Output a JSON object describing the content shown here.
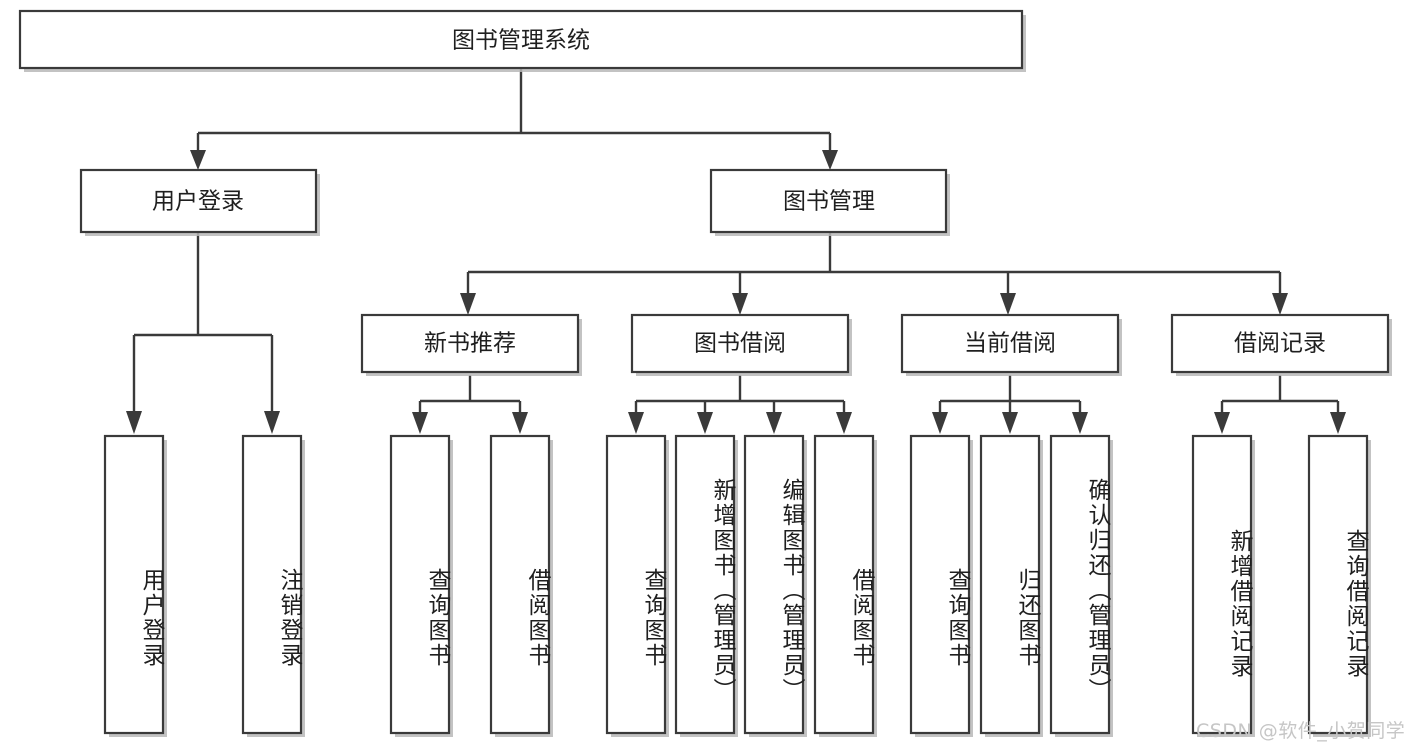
{
  "diagram": {
    "type": "tree-hierarchy",
    "title": "图书管理系统",
    "root": {
      "label": "图书管理系统",
      "level": 1
    },
    "level2": [
      {
        "label": "用户登录"
      },
      {
        "label": "图书管理"
      }
    ],
    "level3": [
      {
        "label": "新书推荐"
      },
      {
        "label": "图书借阅"
      },
      {
        "label": "当前借阅"
      },
      {
        "label": "借阅记录"
      }
    ],
    "leaves": {
      "user_login": [
        {
          "label": "用户登录"
        },
        {
          "label": "注销登录"
        }
      ],
      "new_book_recommend": [
        {
          "label": "查询图书"
        },
        {
          "label": "借阅图书"
        }
      ],
      "book_borrow": [
        {
          "label": "查询图书"
        },
        {
          "label": "新增图书（管理员）"
        },
        {
          "label": "编辑图书（管理员）"
        },
        {
          "label": "借阅图书"
        }
      ],
      "current_borrow": [
        {
          "label": "查询图书"
        },
        {
          "label": "归还图书"
        },
        {
          "label": "确认归还（管理员）"
        }
      ],
      "borrow_record": [
        {
          "label": "新增借阅记录"
        },
        {
          "label": "查询借阅记录"
        }
      ]
    }
  },
  "watermark": {
    "text": "CSDN @软件_小贺同学"
  },
  "colors": {
    "box_stroke": "#3a3a3a",
    "box_fill": "#ffffff",
    "text": "#1f1f1f",
    "watermark": "#c6c6c6",
    "background": "#ffffff",
    "shadow": "#b9b9b9"
  }
}
